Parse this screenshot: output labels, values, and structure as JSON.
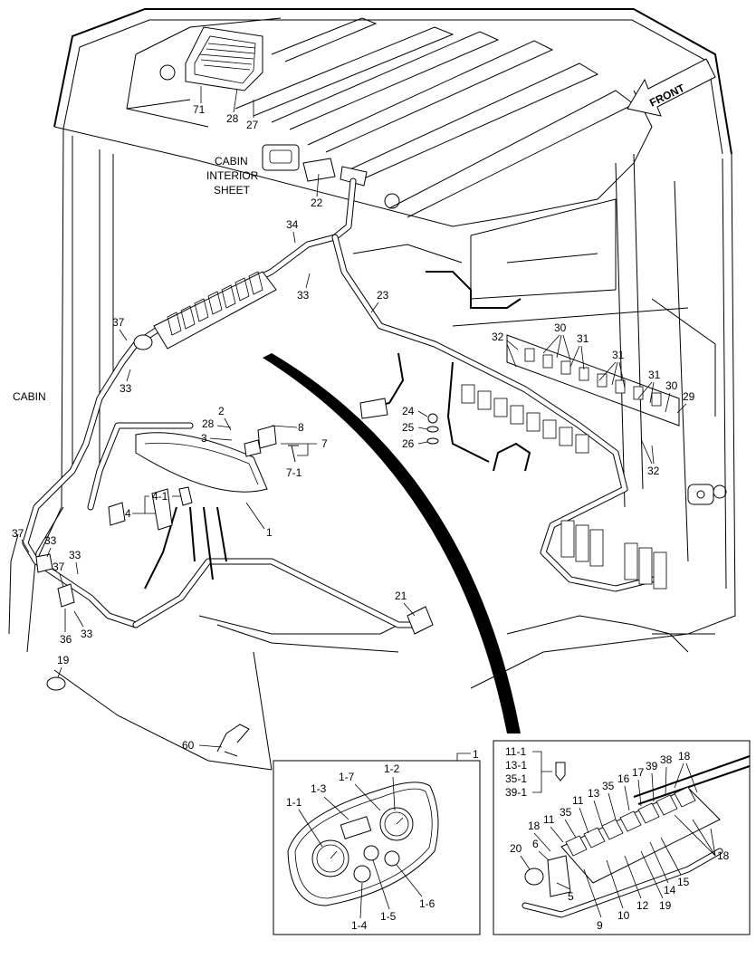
{
  "text_labels": {
    "front": "FRONT",
    "cabin_interior_sheet": [
      "CABIN",
      "INTERIOR",
      "SHEET"
    ],
    "cabin": "CABIN"
  },
  "callouts_main": {
    "c71": "71",
    "c28a": "28",
    "c27": "27",
    "c22": "22",
    "c34": "34",
    "c33a": "33",
    "c23": "23",
    "c37a": "37",
    "c33b": "33",
    "c2": "2",
    "c28b": "28",
    "c3": "3",
    "c8": "8",
    "c7": "7",
    "c71b": "7-1",
    "c41": "4-1",
    "c4": "4",
    "c1a": "1",
    "c24": "24",
    "c25": "25",
    "c26": "26",
    "c32a": "32",
    "c30a": "30",
    "c31a": "31",
    "c31b": "31",
    "c31c": "31",
    "c30b": "30",
    "c29": "29",
    "c32b": "32",
    "c37b": "37",
    "c33c": "33",
    "c33d": "33",
    "c37c": "37",
    "c36": "36",
    "c33e": "33",
    "c19": "19",
    "c21": "21",
    "c60": "60"
  },
  "inset_instrument": {
    "title": "1",
    "labels": [
      "1-1",
      "1-3",
      "1-7",
      "1-2",
      "1-4",
      "1-5",
      "1-6"
    ]
  },
  "inset_switches": {
    "bulb_refs": [
      "11-1",
      "13-1",
      "35-1",
      "39-1"
    ],
    "labels": [
      "18",
      "38",
      "39",
      "17",
      "16",
      "35",
      "13",
      "11",
      "35",
      "11",
      "18",
      "6",
      "20",
      "5",
      "9",
      "10",
      "12",
      "19",
      "14",
      "15",
      "18"
    ]
  }
}
